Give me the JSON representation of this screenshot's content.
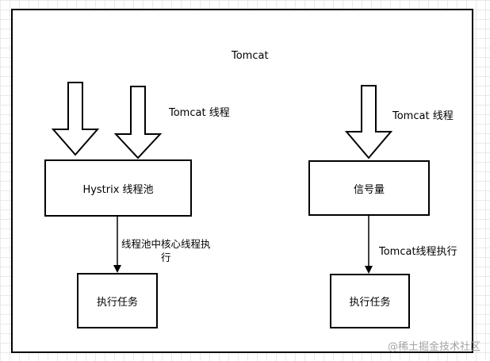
{
  "diagram": {
    "title": "Tomcat",
    "left": {
      "arrow_label": "Tomcat 线程",
      "pool_label": "Hystrix 线程池",
      "edge_label_line1": "线程池中核心线程执",
      "edge_label_line2": "行",
      "task_label": "执行任务"
    },
    "right": {
      "arrow_label": "Tomcat 线程",
      "semaphore_label": "信号量",
      "edge_label": "Tomcat线程执行",
      "task_label": "执行任务"
    }
  },
  "watermark": "@稀土掘金技术社区",
  "colors": {
    "stroke": "#000000",
    "grid": "#e9e9e9",
    "watermark": "#a3a3a3"
  }
}
